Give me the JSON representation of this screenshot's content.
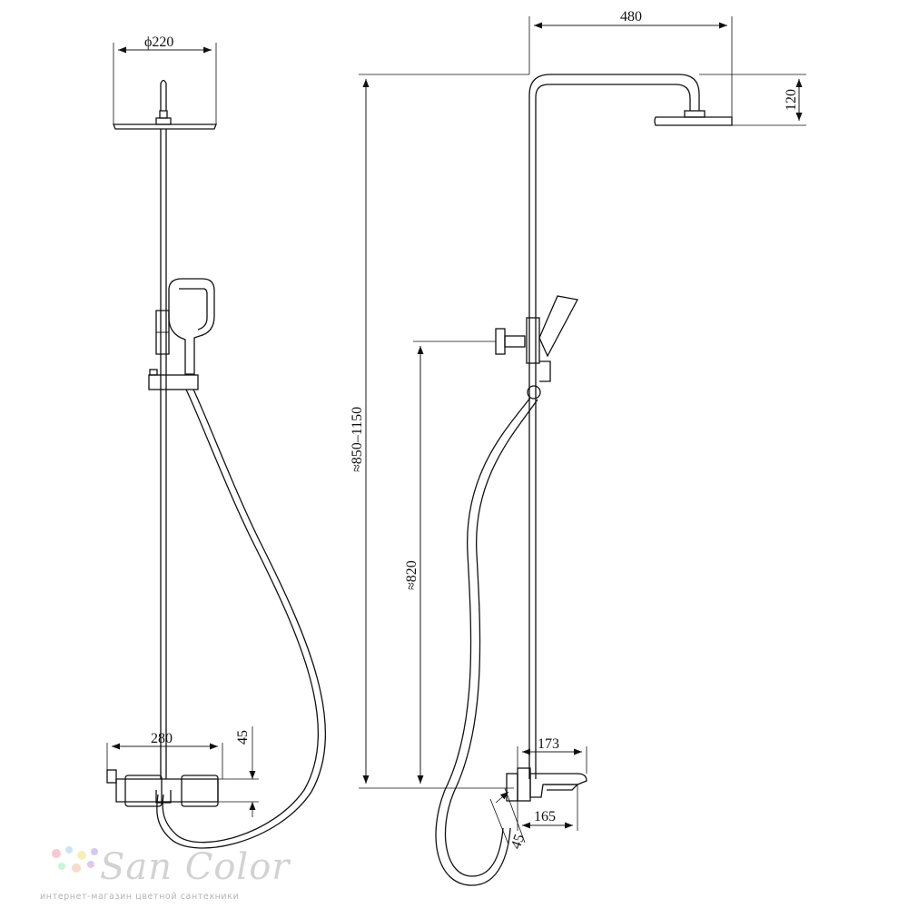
{
  "dimensions": {
    "front_head_diameter": "ϕ220",
    "side_arm_length": "480",
    "side_head_drop": "120",
    "total_height_range": "≈850–1150",
    "holder_height": "≈820",
    "mixer_width": "280",
    "mixer_height": "45",
    "spout_top": "173",
    "spout_bottom": "165",
    "spout_offset": "45"
  },
  "brand": {
    "name": "San Color",
    "tagline": "интернет-магазин цветной сантехники",
    "dot_colors": [
      "#f5c8d6",
      "#c8e6f5",
      "#f5f0b4",
      "#d6c8f5",
      "#c8f5d6",
      "#f5dcc8",
      "#e0c8f0"
    ]
  }
}
